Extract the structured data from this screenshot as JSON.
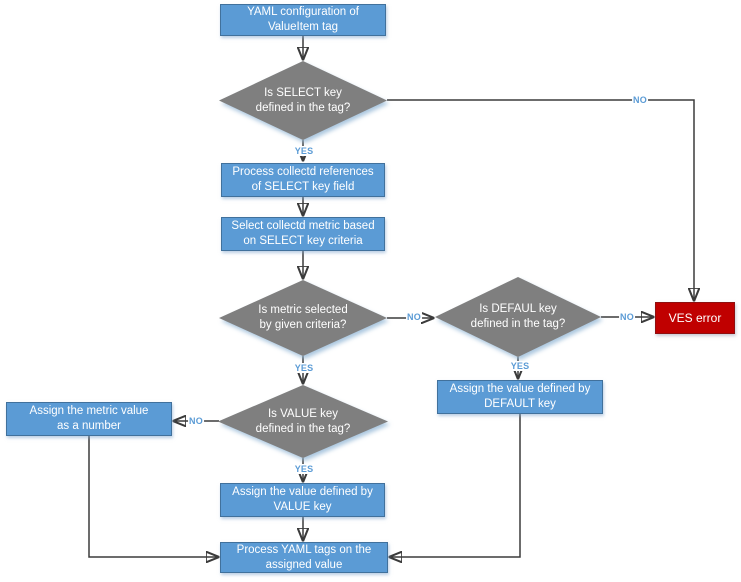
{
  "flowchart": {
    "nodes": {
      "start": "YAML configuration of\nValueItem tag",
      "select_decision": "Is SELECT key\ndefined in the tag?",
      "process_references": "Process collectd references\nof SELECT key field",
      "select_metric": "Select collectd metric based\non SELECT key criteria",
      "metric_decision": "Is metric selected\nby given criteria?",
      "default_decision": "Is DEFAUL key\ndefined in the tag?",
      "ves_error": "VES error",
      "assign_default": "Assign the value defined by\nDEFAULT key",
      "value_decision": "Is VALUE key\ndefined in the tag?",
      "assign_metric": "Assign the metric value\nas a number",
      "assign_value": "Assign the value defined by\nVALUE key",
      "process_tags": "Process YAML tags on the\nassigned value"
    },
    "edge_labels": {
      "yes": "YES",
      "no": "NO"
    },
    "colors": {
      "process_fill": "#5B9BD5",
      "process_border": "#41719C",
      "decision_fill": "#7F7F7F",
      "error_fill": "#C00000",
      "connector": "#3B3B3B",
      "edge_label_text": "#5B9BD5"
    }
  }
}
